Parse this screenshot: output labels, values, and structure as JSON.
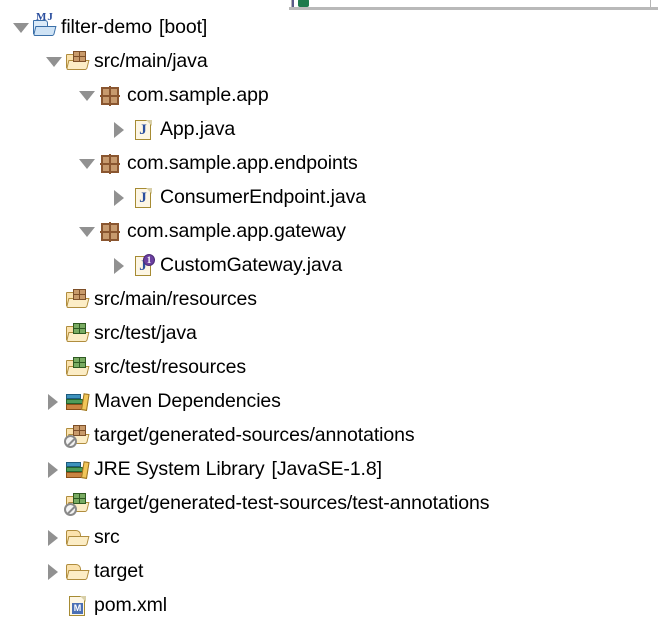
{
  "toolbar": {
    "fragment_icon": "green-square-icon",
    "visible": true
  },
  "tree": {
    "name": "package-explorer-tree",
    "rows": [
      {
        "id": "filter-demo",
        "label": "filter-demo",
        "decoration": "[boot]",
        "icon": "maven-java-project-icon",
        "twisty": "open",
        "depth": 0
      },
      {
        "id": "src-main-java",
        "label": "src/main/java",
        "decoration": "",
        "icon": "source-folder-main-icon",
        "twisty": "open",
        "depth": 1
      },
      {
        "id": "com-sample-app",
        "label": "com.sample.app",
        "decoration": "",
        "icon": "package-icon",
        "twisty": "open",
        "depth": 2
      },
      {
        "id": "app-java",
        "label": "App.java",
        "decoration": "",
        "icon": "java-file-icon",
        "twisty": "closed",
        "depth": 3
      },
      {
        "id": "com-sample-app-endpoints",
        "label": "com.sample.app.endpoints",
        "decoration": "",
        "icon": "package-icon",
        "twisty": "open",
        "depth": 2
      },
      {
        "id": "consumer-endpoint-java",
        "label": "ConsumerEndpoint.java",
        "decoration": "",
        "icon": "java-file-icon",
        "twisty": "closed",
        "depth": 3
      },
      {
        "id": "com-sample-app-gateway",
        "label": "com.sample.app.gateway",
        "decoration": "",
        "icon": "package-icon",
        "twisty": "open",
        "depth": 2
      },
      {
        "id": "custom-gateway-java",
        "label": "CustomGateway.java",
        "decoration": "",
        "icon": "java-file-interface-icon",
        "badge": "1",
        "twisty": "closed",
        "depth": 3
      },
      {
        "id": "src-main-resources",
        "label": "src/main/resources",
        "decoration": "",
        "icon": "source-folder-main-icon",
        "twisty": "none",
        "depth": 1
      },
      {
        "id": "src-test-java",
        "label": "src/test/java",
        "decoration": "",
        "icon": "source-folder-test-icon",
        "twisty": "none",
        "depth": 1
      },
      {
        "id": "src-test-resources",
        "label": "src/test/resources",
        "decoration": "",
        "icon": "source-folder-test-icon",
        "twisty": "none",
        "depth": 1
      },
      {
        "id": "maven-dependencies",
        "label": "Maven Dependencies",
        "decoration": "",
        "icon": "library-icon",
        "twisty": "closed",
        "depth": 1
      },
      {
        "id": "target-generated-sources-annotations",
        "label": "target/generated-sources/annotations",
        "decoration": "",
        "icon": "source-folder-main-excluded-icon",
        "twisty": "none",
        "depth": 1
      },
      {
        "id": "jre-system-library",
        "label": "JRE System Library",
        "decoration": "[JavaSE-1.8]",
        "icon": "library-icon",
        "twisty": "closed",
        "depth": 1
      },
      {
        "id": "target-generated-test-sources-test-annotations",
        "label": "target/generated-test-sources/test-annotations",
        "decoration": "",
        "icon": "source-folder-test-excluded-icon",
        "twisty": "none",
        "depth": 1
      },
      {
        "id": "src",
        "label": "src",
        "decoration": "",
        "icon": "folder-icon",
        "twisty": "closed",
        "depth": 1
      },
      {
        "id": "target",
        "label": "target",
        "decoration": "",
        "icon": "folder-icon",
        "twisty": "closed",
        "depth": 1
      },
      {
        "id": "pom-xml",
        "label": "pom.xml",
        "decoration": "",
        "icon": "maven-pom-file-icon",
        "twisty": "none",
        "depth": 1
      }
    ]
  },
  "colors": {
    "decoration_text": "#8b7230",
    "label_text": "#000000",
    "twisty": "#919191",
    "background": "#ffffff"
  }
}
